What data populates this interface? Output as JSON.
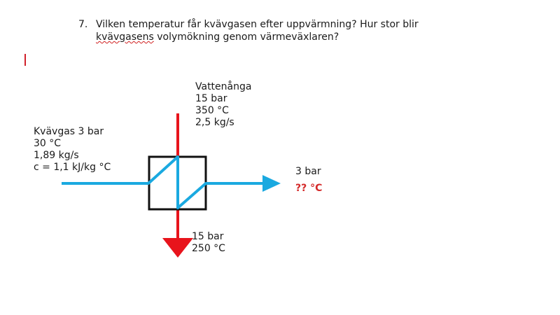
{
  "question": {
    "number": "7.",
    "line1": "Vilken temperatur får kvävgasen efter uppvärmning? Hur stor blir",
    "line2_misspelled": "kvävgasens",
    "line2_rest": " volymökning genom värmeväxlaren?"
  },
  "diagram": {
    "steam_in": [
      "Vattenånga",
      "15 bar",
      "350 °C",
      "2,5 kg/s"
    ],
    "nitrogen_in": [
      "Kvävgas 3 bar",
      "30 °C",
      "1,89 kg/s",
      "c = 1,1 kJ/kg °C"
    ],
    "nitrogen_out_pressure": "3 bar",
    "nitrogen_out_temp": "?? °C",
    "steam_out": [
      "15 bar",
      "250 °C"
    ],
    "colors": {
      "steam": "#e8141c",
      "nitrogen": "#1aa9e0",
      "box": "#111111"
    }
  }
}
